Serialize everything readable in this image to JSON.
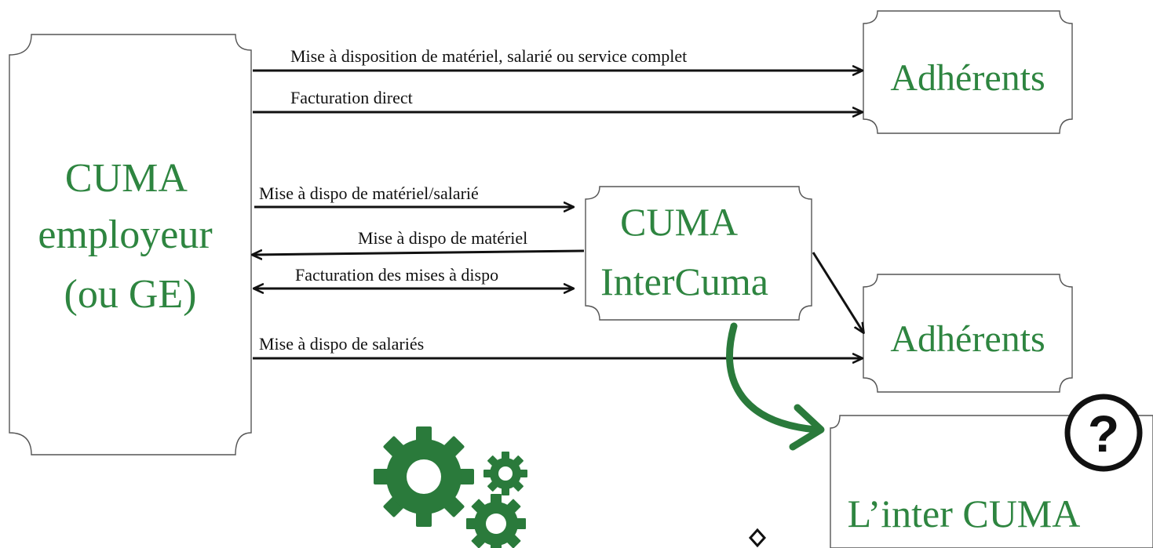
{
  "colors": {
    "node_text": "#2e8540",
    "arrow": "#111111",
    "outline": "#555555",
    "gear": "#2a7a3b",
    "curve_arrow": "#2a7a3b",
    "question_ring": "#111111"
  },
  "nodes": {
    "cuma_employeur": {
      "lines": [
        "CUMA",
        "employeur",
        "(ou GE)"
      ]
    },
    "adherents_top": {
      "label": "Adhérents"
    },
    "cuma_intercuma": {
      "lines": [
        "CUMA",
        "InterCuma"
      ]
    },
    "adherents_middle": {
      "label": "Adhérents"
    },
    "linter_cuma": {
      "label": "L’inter CUMA"
    }
  },
  "edges": {
    "mise_disposition_complet": "Mise à disposition de matériel, salarié ou service complet",
    "facturation_direct": "Facturation direct",
    "mise_dispo_materiel_salarie": "Mise à dispo de matériel/salarié",
    "mise_dispo_materiel": "Mise à dispo de matériel",
    "facturation_mises_dispo": "Facturation des mises à dispo",
    "mise_dispo_salaries": "Mise à dispo de salariés"
  },
  "icons": {
    "gears": "gears-icon",
    "question": "question-mark-icon",
    "question_glyph": "?",
    "curved_arrow": "curved-arrow-icon",
    "small_diamond": "diamond-icon"
  }
}
